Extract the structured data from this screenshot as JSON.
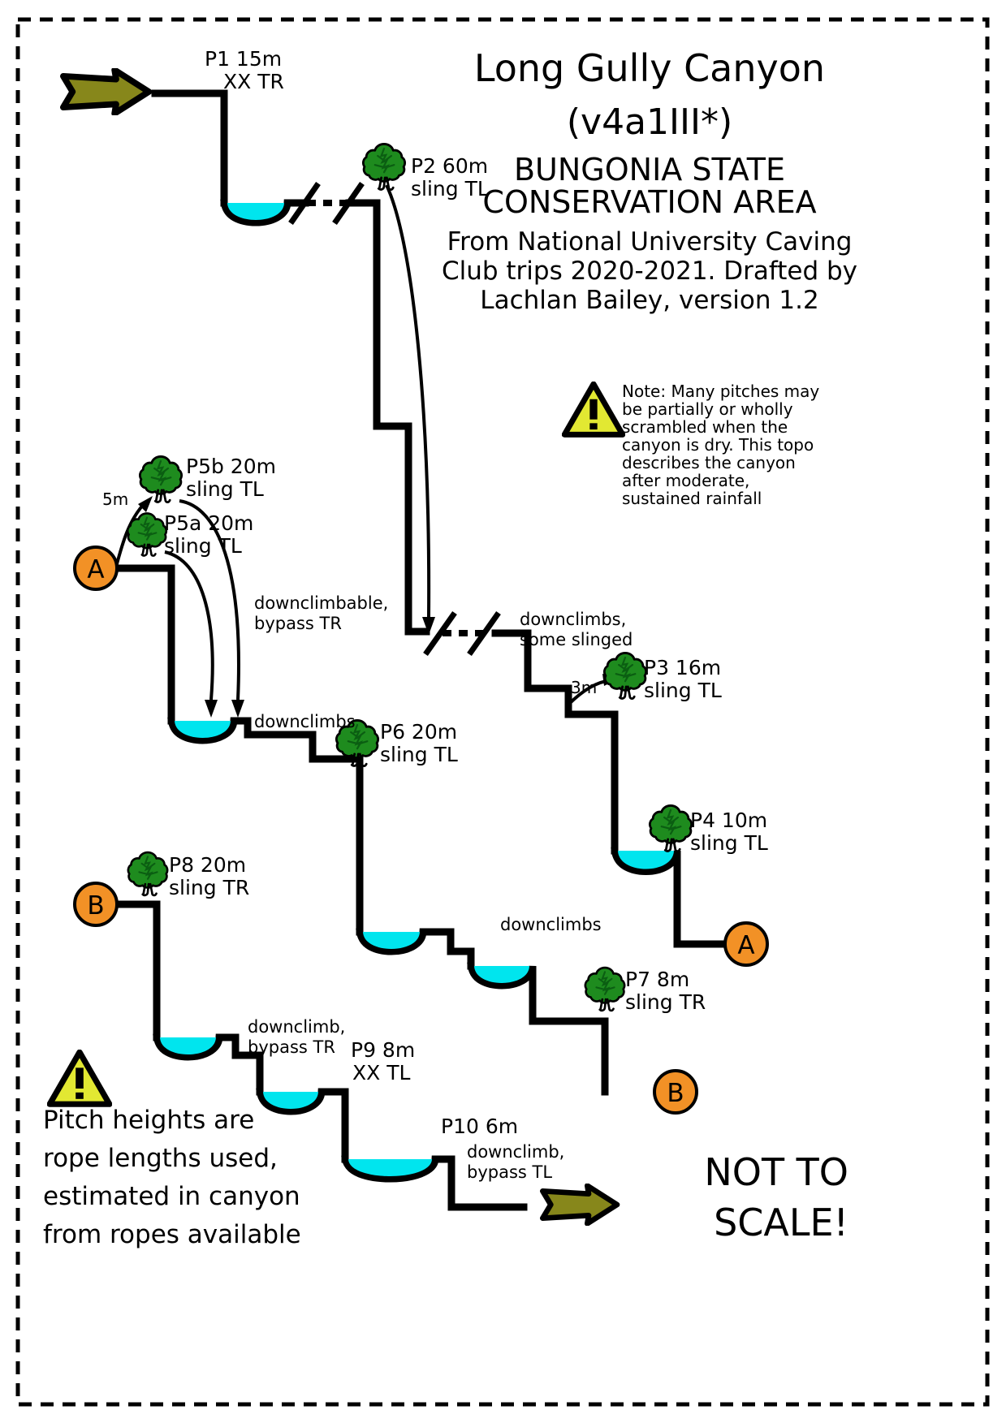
{
  "document": {
    "kind": "canyon-topo-diagram",
    "border": {
      "style": "dashed",
      "color": "#000000"
    }
  },
  "title_block": {
    "line1": "Long Gully Canyon",
    "line2": "(v4a1III*)",
    "line3": "BUNGONIA STATE",
    "line4": "CONSERVATION AREA",
    "credit1": "From National University Caving",
    "credit2": "Club trips 2020-2021. Drafted by",
    "credit3": "Lachlan Bailey, version 1.2"
  },
  "note_box": {
    "icon": "warning-triangle-icon",
    "lines": [
      "Note: Many pitches may",
      "be partially or wholly",
      "scrambled when the",
      "canyon is dry. This topo",
      "describes the canyon",
      "after moderate,",
      "sustained rainfall"
    ]
  },
  "footer_note": {
    "icon": "warning-triangle-icon",
    "lines": [
      "Pitch heights are",
      "rope lengths used,",
      "estimated in canyon",
      "from ropes available"
    ]
  },
  "scale_note": {
    "line1": "NOT TO",
    "line2": "SCALE!"
  },
  "pitches": [
    {
      "id": "P1",
      "name": "P1 15m",
      "anchor": "XX TR",
      "icon": "none"
    },
    {
      "id": "P2",
      "name": "P2 60m",
      "anchor": "sling TL",
      "icon": "tree-icon"
    },
    {
      "id": "P3",
      "name": "P3 16m",
      "anchor": "sling TL",
      "icon": "tree-icon"
    },
    {
      "id": "P4",
      "name": "P4 10m",
      "anchor": "sling TL",
      "icon": "tree-icon"
    },
    {
      "id": "P5a",
      "name": "P5a 20m",
      "anchor": "sling TL",
      "icon": "tree-icon"
    },
    {
      "id": "P5b",
      "name": "P5b 20m",
      "anchor": "sling TL",
      "icon": "tree-icon"
    },
    {
      "id": "P6",
      "name": "P6 20m",
      "anchor": "sling TL",
      "icon": "tree-icon"
    },
    {
      "id": "P7",
      "name": "P7 8m",
      "anchor": "sling TR",
      "icon": "tree-icon"
    },
    {
      "id": "P8",
      "name": "P8 20m",
      "anchor": "sling TR",
      "icon": "tree-icon"
    },
    {
      "id": "P9",
      "name": "P9 8m",
      "anchor": "XX TL",
      "icon": "none"
    },
    {
      "id": "P10",
      "name": "P10 6m",
      "anchor": "",
      "icon": "none"
    }
  ],
  "annotations": [
    {
      "id": "ann-5m",
      "text": "5m"
    },
    {
      "id": "ann-3m",
      "text": "3m"
    },
    {
      "id": "ann-downclimbable",
      "line1": "downclimbable,",
      "line2": "bypass TR"
    },
    {
      "id": "ann-downclimbs-1",
      "line1": "downclimbs",
      "line2": ""
    },
    {
      "id": "ann-downclimbs-2",
      "line1": "downclimbs,",
      "line2": "some slinged"
    },
    {
      "id": "ann-downclimbs-3",
      "line1": "downclimbs",
      "line2": ""
    },
    {
      "id": "ann-downclimb-1",
      "line1": "downclimb,",
      "line2": "bypass TR"
    },
    {
      "id": "ann-downclimb-2",
      "line1": "downclimb,",
      "line2": "bypass TL"
    }
  ],
  "continuation_markers": [
    {
      "label": "A",
      "role": "continues-from-top-right-to-left"
    },
    {
      "label": "A",
      "role": "continues-to"
    },
    {
      "label": "B",
      "role": "continues-from"
    },
    {
      "label": "B",
      "role": "continues-to"
    }
  ],
  "colors": {
    "water": "#00E5EE",
    "tree_foliage": "#1E8B1E",
    "tree_foliage_dark": "#0F6B16",
    "marker_circle": "#F29126",
    "warning_fill": "#E2E832",
    "arrow_fill": "#87871B",
    "line": "#000000"
  },
  "flow_arrows": [
    {
      "id": "entry-arrow",
      "direction": "right"
    },
    {
      "id": "exit-arrow",
      "direction": "right"
    }
  ]
}
